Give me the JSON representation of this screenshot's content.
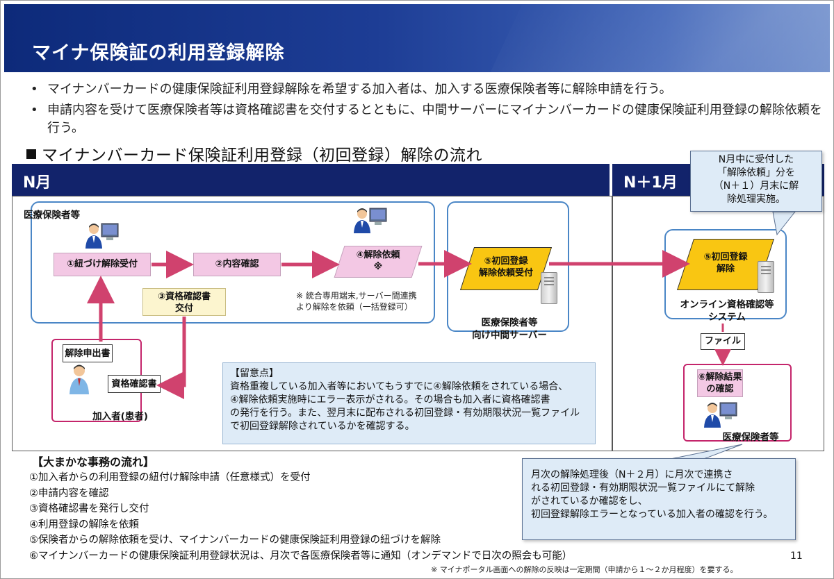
{
  "title": "マイナ保険証の利用登録解除",
  "bullets": [
    "マイナンバーカードの健康保険証利用登録解除を希望する加入者は、加入する医療保険者等に解除申請を行う。",
    "申請内容を受けて医療保険者等は資格確認書を交付するとともに、中間サーバーにマイナンバーカードの健康保険証利用登録の解除依頼を行う。"
  ],
  "section_heading": "マイナンバーカード保険証利用登録（初回登録）解除の流れ",
  "columns": {
    "n": "N月",
    "n1": "N＋1月"
  },
  "diagram": {
    "insurer_label": "医療保険者等",
    "step1": "①紐づけ解除受付",
    "step2": "②内容確認",
    "step3": "③資格確認書\n交付",
    "step4": "④解除依頼\n※",
    "step4_note": "※ 統合専用端末,サーバー間連携\nより解除を依頼（一括登録可）",
    "step5_mid": "⑤初回登録\n解除依頼受付",
    "mid_server_label": "医療保険者等\n向け中間サーバー",
    "step5_online": "⑤初回登録\n解除",
    "online_label": "オンライン資格確認等\nシステム",
    "file_label": "ファイル",
    "step6": "⑥解除結果\nの確認",
    "insurer_label2": "医療保険者等",
    "doc_application": "解除申出書",
    "doc_certificate": "資格確認書",
    "member_label": "加入者(患者)"
  },
  "notes": {
    "heading": "【留意点】",
    "lines": [
      "資格重複している加入者等においてもうすでに④解除依頼をされている場合、",
      "④解除依頼実施時にエラー表示がされる。その場合も加入者に資格確認書",
      "の発行を行う。また、翌月末に配布される初回登録・有効期限状況一覧ファイル",
      "で初回登録解除されているかを確認する。"
    ]
  },
  "callout_top": "N月中に受付した\n「解除依頼」分を\n（N＋１）月末に解\n除処理実施。",
  "callout_bottom": "月次の解除処理後（N＋２月）に月次で連携さ\nれる初回登録・有効期限状況一覧ファイルにて解除\nがされているか確認をし、\n初回登録解除エラーとなっている加入者の確認を行う。",
  "flow": {
    "heading": "【大まかな事務の流れ】",
    "items": [
      "①加入者からの利用登録の紐付け解除申請（任意様式）を受付",
      "②申請内容を確認",
      "③資格確認書を発行し交付",
      "④利用登録の解除を依頼",
      "⑤保険者からの解除依頼を受け、マイナンバーカードの健康保険証利用登録の紐づけを解除",
      "⑥マイナンバーカードの健康保険証利用登録状況は、月次で各医療保険者等に通知（オンデマンドで日次の照会も可能）"
    ]
  },
  "footnote": "※ マイナポータル画面への解除の反映は一定期間（申請から１～２か月程度）を要する。",
  "page_number": "11",
  "colors": {
    "title_bar": "#12236b",
    "arrow": "#d0426e",
    "step_pink": "#f3c8e4",
    "step_yellow": "#f9c612",
    "note_bg": "#deebf7"
  }
}
